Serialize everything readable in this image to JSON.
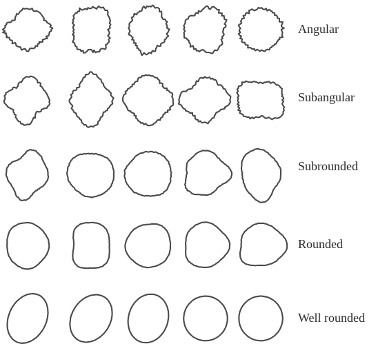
{
  "rows": [
    {
      "label": "Angular"
    },
    {
      "label": "Subangular"
    },
    {
      "label": "Subrounded"
    },
    {
      "label": "Rounded"
    },
    {
      "label": "Well rounded"
    }
  ]
}
